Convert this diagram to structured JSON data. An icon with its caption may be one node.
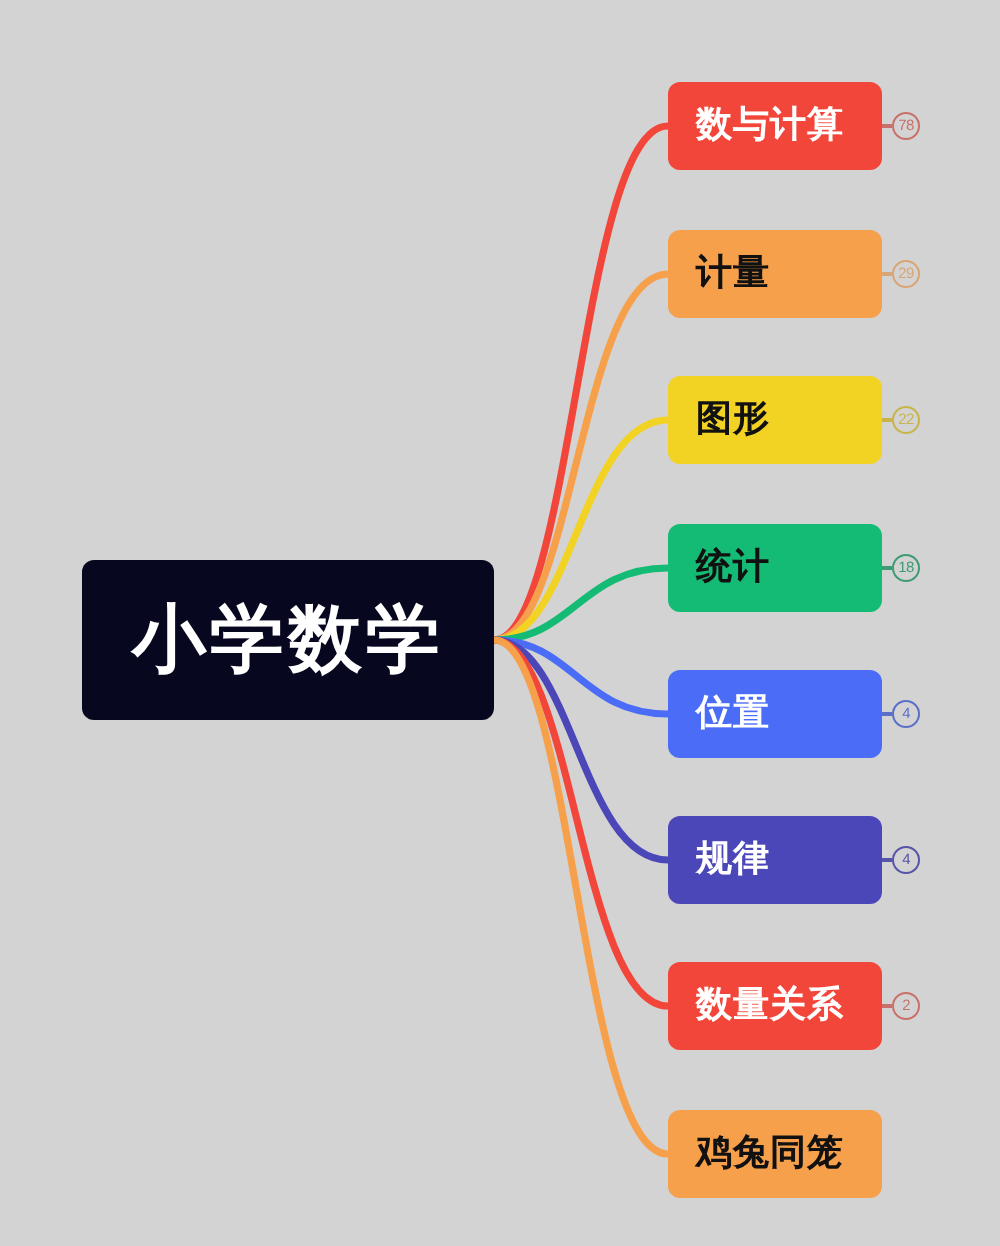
{
  "diagram": {
    "nodes": [
      {
        "text": [
          "小学数学"
        ]
      },
      {
        "text": [
          "数与计算"
        ],
        "beside": [
          "78"
        ]
      },
      {
        "text": [
          "计量"
        ],
        "beside": [
          "29"
        ]
      },
      {
        "text": [
          "图形"
        ],
        "beside": [
          "22"
        ]
      },
      {
        "text": [
          "统计"
        ],
        "beside": [
          "18"
        ]
      },
      {
        "text": [
          "位置"
        ],
        "beside": [
          "4"
        ]
      },
      {
        "text": [
          "规律"
        ],
        "beside": [
          "4"
        ]
      },
      {
        "text": [
          "数量关系"
        ],
        "beside": [
          "2"
        ]
      },
      {
        "text": [
          "鸡兔同笼"
        ]
      }
    ],
    "edges": [
      {
        "from": 0,
        "to": 1,
        "arrow": "none",
        "color": "#f2463a"
      },
      {
        "from": 0,
        "to": 2,
        "arrow": "none",
        "color": "#f7a04b"
      },
      {
        "from": 0,
        "to": 3,
        "arrow": "none",
        "color": "#f2d324"
      },
      {
        "from": 0,
        "to": 4,
        "arrow": "none",
        "color": "#14bb74"
      },
      {
        "from": 0,
        "to": 5,
        "arrow": "none",
        "color": "#4a6cf6"
      },
      {
        "from": 0,
        "to": 6,
        "arrow": "none",
        "color": "#4b47b9"
      },
      {
        "from": 0,
        "to": 7,
        "arrow": "none",
        "color": "#f2463a"
      },
      {
        "from": 0,
        "to": 8,
        "arrow": "none",
        "color": "#f7a04b"
      }
    ]
  }
}
